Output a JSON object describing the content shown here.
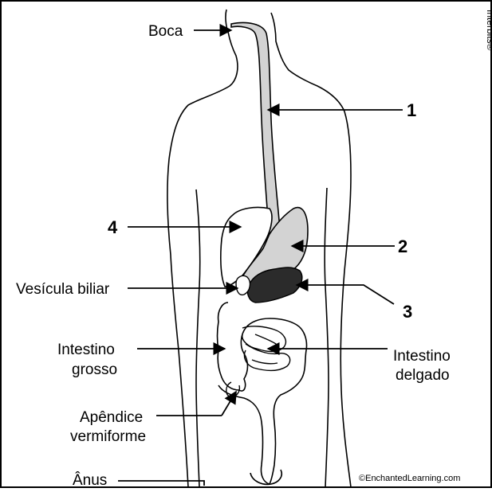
{
  "labels": {
    "boca": "Boca",
    "n1": "1",
    "n4": "4",
    "n2": "2",
    "vesicula": "Vesícula biliar",
    "n3": "3",
    "intestino_grosso_l1": "Intestino",
    "intestino_grosso_l2": "grosso",
    "intestino_delgado_l1": "Intestino",
    "intestino_delgado_l2": "delgado",
    "apendice_l1": "Apêndice",
    "apendice_l2": "vermiforme",
    "anus": "Ânus"
  },
  "credits": {
    "interbits": "Interbits®",
    "enchanted": "©EnchantedLearning.com"
  },
  "colors": {
    "esophagus": "#d3d3d3",
    "stomach": "#d3d3d3",
    "pancreas": "#2b2b2b",
    "outline": "#000000"
  }
}
